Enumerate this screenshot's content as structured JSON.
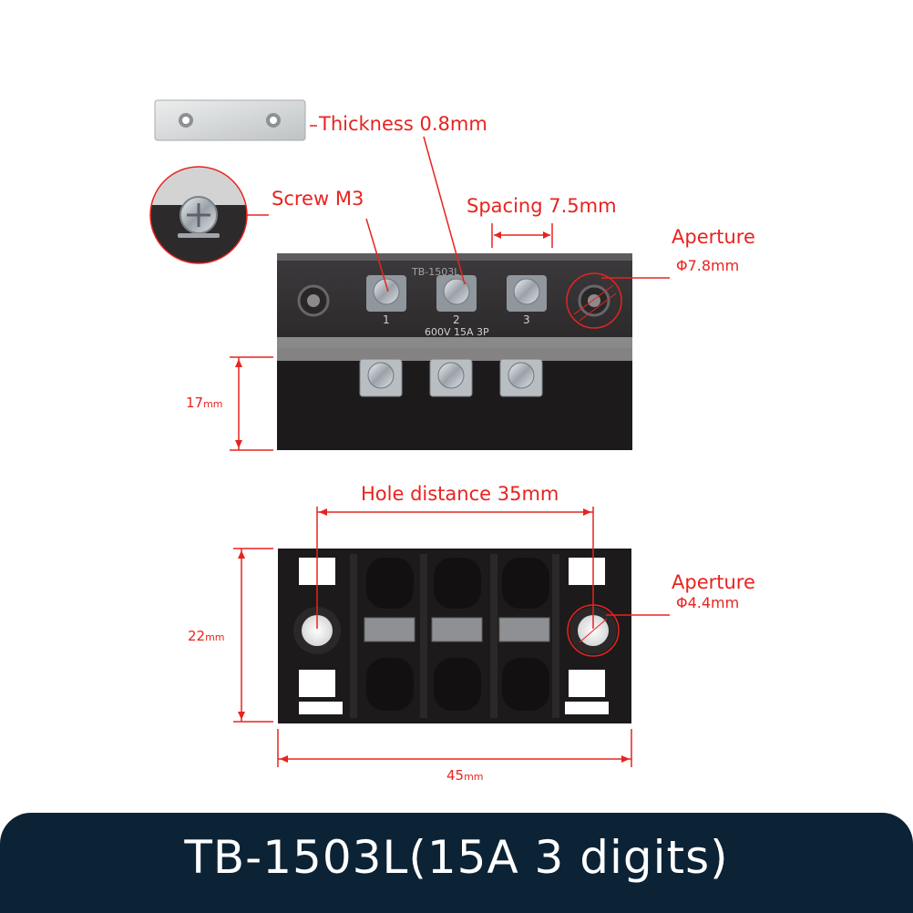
{
  "labels": {
    "thickness": "Thickness 0.8mm",
    "screw": "Screw M3",
    "spacing": "Spacing 7.5mm",
    "aperture_top_title": "Aperture",
    "aperture_top_value": "Φ7.8mm",
    "hole_distance": "Hole distance 35mm",
    "aperture_bottom_title": "Aperture",
    "aperture_bottom_value": "Φ4.4mm"
  },
  "dimensions": {
    "height_top_value": "17",
    "height_bottom_value": "22",
    "width_bottom_value": "45",
    "unit": "mm"
  },
  "product_marking": {
    "model_text": "TB-1503L",
    "rating_text": "600V 15A 3P",
    "terminal_numbers": [
      "1",
      "2",
      "3"
    ]
  },
  "banner": {
    "title": "TB-1503L(15A 3 digits)"
  },
  "colors": {
    "annotation": "#e8231f",
    "banner_bg": "#0c2336",
    "block": "#1d1a1b",
    "metal": "#c9ccd0"
  }
}
